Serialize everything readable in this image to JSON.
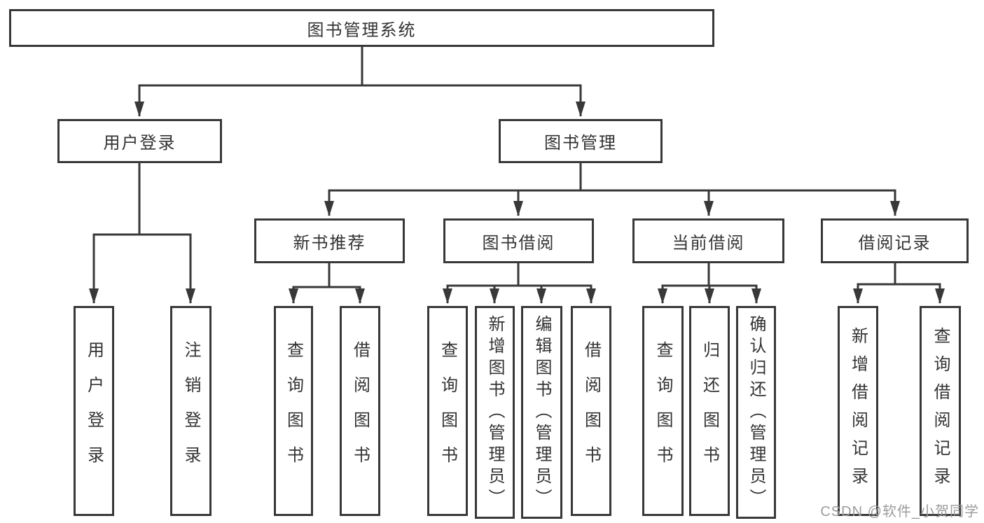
{
  "diagram": {
    "root": {
      "label": "图书管理系统"
    },
    "branches": [
      {
        "label": "用户登录",
        "children": [
          {
            "label": "用户登录"
          },
          {
            "label": "注销登录"
          }
        ]
      },
      {
        "label": "图书管理",
        "children": [
          {
            "label": "新书推荐",
            "children": [
              {
                "label": "查询图书"
              },
              {
                "label": "借阅图书"
              }
            ]
          },
          {
            "label": "图书借阅",
            "children": [
              {
                "label": "查询图书"
              },
              {
                "label": "新增图书（管理员）"
              },
              {
                "label": "编辑图书（管理员）"
              },
              {
                "label": "借阅图书"
              }
            ]
          },
          {
            "label": "当前借阅",
            "children": [
              {
                "label": "查询图书"
              },
              {
                "label": "归还图书"
              },
              {
                "label": "确认归还（管理员）"
              }
            ]
          },
          {
            "label": "借阅记录",
            "children": [
              {
                "label": "新增借阅记录"
              },
              {
                "label": "查询借阅记录"
              }
            ]
          }
        ]
      }
    ]
  },
  "watermark": {
    "text": "CSDN @软件_小贺同学"
  },
  "colors": {
    "line": "#383838",
    "box_border": "#383838",
    "text": "#333333",
    "watermark": "#9c9c9c",
    "background": "#ffffff"
  }
}
